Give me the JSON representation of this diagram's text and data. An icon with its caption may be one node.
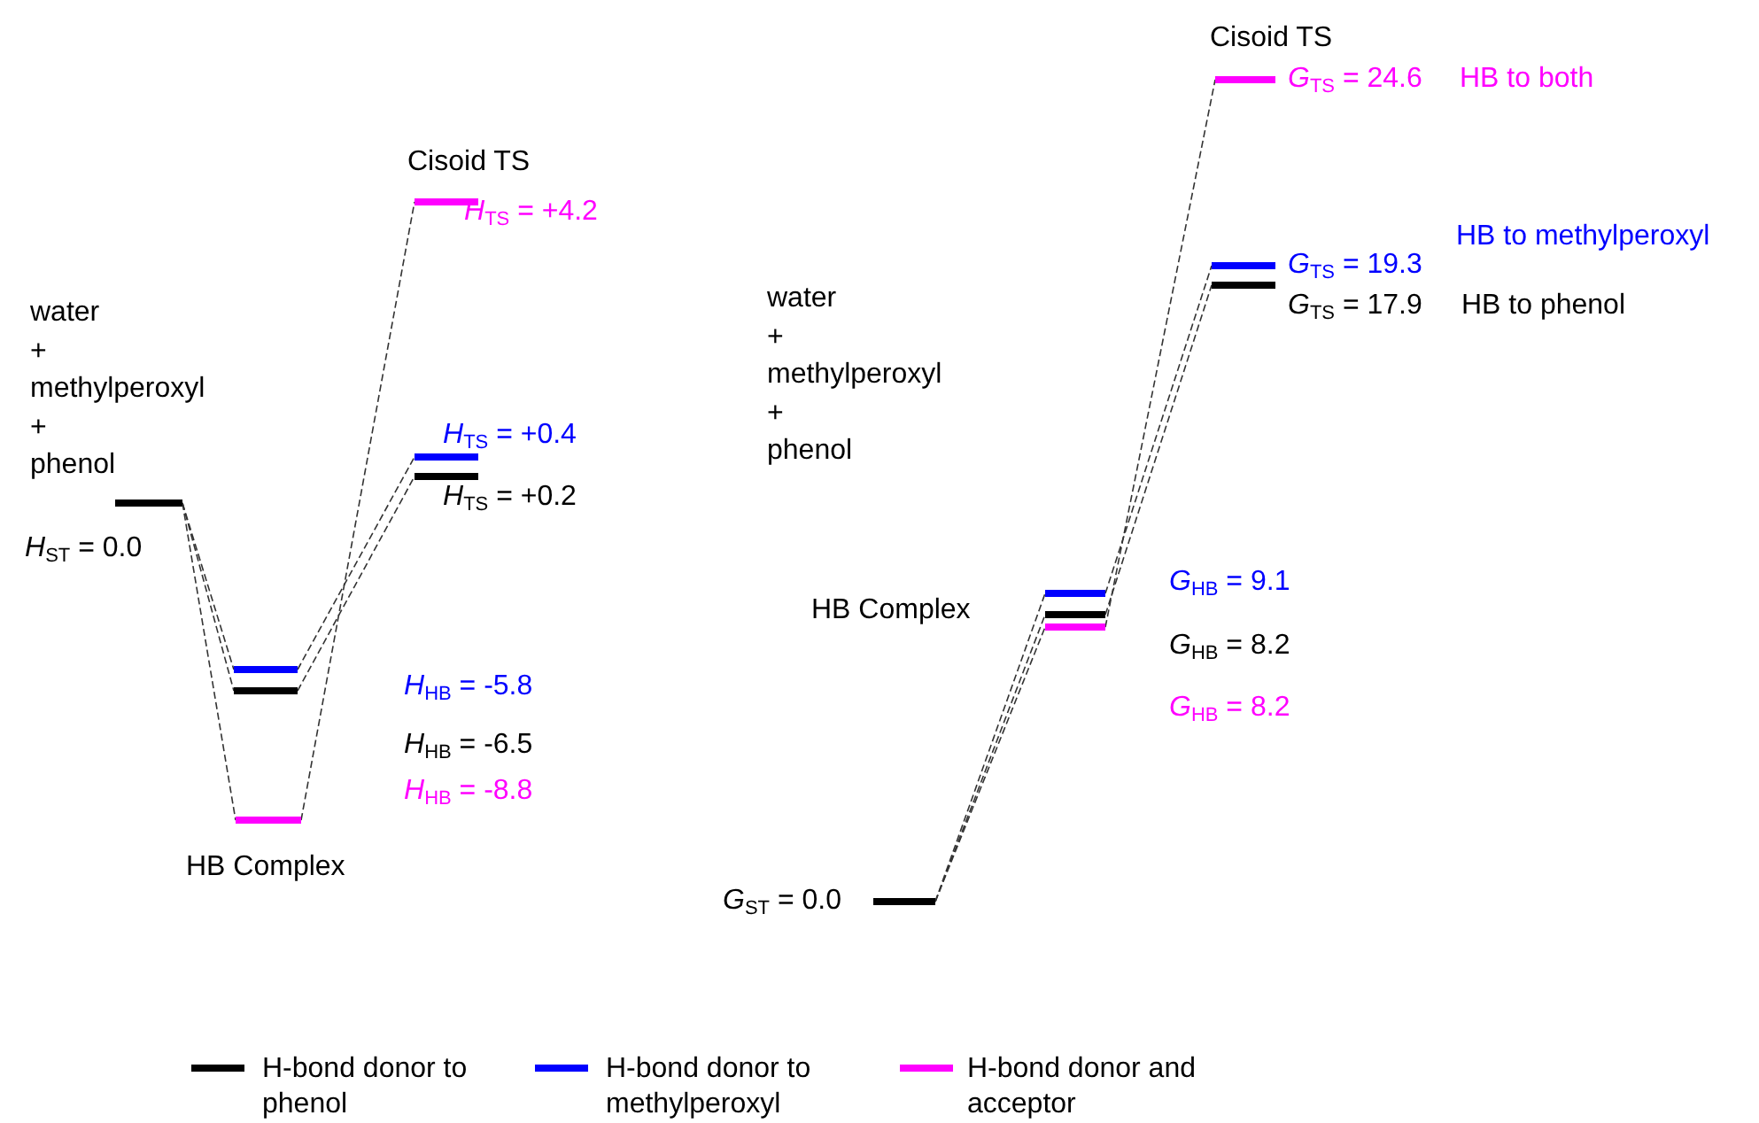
{
  "diagram": {
    "nodes": [
      {
        "text": [],
        "shape": "bar",
        "beside": [
          "*H*$_{ST}$ = 0.0"
        ]
      },
      {
        "text": [],
        "shape": "bar",
        "beside": [
          "*H*$_{TS}$ = +4.2"
        ]
      },
      {
        "text": [],
        "shape": "bar",
        "beside": [
          "*H*$_{TS}$ = +0.4"
        ]
      },
      {
        "text": [],
        "shape": "bar",
        "beside": [
          "*H*$_{TS}$ = +0.2"
        ]
      },
      {
        "text": [],
        "shape": "bar",
        "beside": [
          "*H*$_{HB}$ = -5.8"
        ]
      },
      {
        "text": [],
        "shape": "bar"
      },
      {
        "text": [],
        "shape": "bar",
        "beside": [
          "*H*$_{HB}$ = -8.8"
        ]
      },
      {
        "text": [],
        "shape": "bar",
        "beside": [
          "*G*$_{TS}$ = 24.6",
          "HB to both"
        ]
      },
      {
        "text": [],
        "shape": "bar",
        "beside": [
          "*G*$_{TS}$ = 19.3",
          "HB to methylperoxyl"
        ]
      },
      {
        "text": [],
        "shape": "bar",
        "beside": [
          "*G*$_{TS}$ = 17.9",
          "HB to phenol"
        ]
      },
      {
        "text": [],
        "shape": "bar",
        "beside": [
          "*G*$_{HB}$ = 9.1"
        ]
      },
      {
        "text": [],
        "shape": "bar",
        "beside": [
          "*G*$_{HB}$ = 8.2"
        ]
      },
      {
        "text": [],
        "shape": "bar",
        "beside": [
          "*G*$_{HB}$ = 8.2"
        ]
      },
      {
        "text": [],
        "shape": "bar",
        "beside": [
          "*G*$_{ST}$ = 0.0"
        ]
      }
    ],
    "edges": [
      {
        "from": 0,
        "to": 4,
        "arrow": "none",
        "style": "dashed"
      },
      {
        "from": 0,
        "to": 5,
        "arrow": "none",
        "style": "dashed"
      },
      {
        "from": 0,
        "to": 6,
        "arrow": "none",
        "style": "dashed"
      },
      {
        "from": 4,
        "to": 2,
        "arrow": "none",
        "style": "dashed"
      },
      {
        "from": 5,
        "to": 3,
        "arrow": "none",
        "style": "dashed"
      },
      {
        "from": 6,
        "to": 1,
        "arrow": "none",
        "style": "dashed"
      },
      {
        "from": 13,
        "to": 10,
        "arrow": "none",
        "style": "dashed"
      },
      {
        "from": 13,
        "to": 11,
        "arrow": "none",
        "style": "dashed"
      },
      {
        "from": 13,
        "to": 12,
        "arrow": "none",
        "style": "dashed"
      },
      {
        "from": 10,
        "to": 8,
        "arrow": "none",
        "style": "dashed"
      },
      {
        "from": 11,
        "to": 9,
        "arrow": "none",
        "style": "dashed"
      },
      {
        "from": 12,
        "to": 7,
        "arrow": "none",
        "style": "dashed"
      }
    ],
    "labels": [
      "Cisoid TS",
      "Cisoid TS",
      "water + methylperoxyl + phenol",
      "water + methylperoxyl + phenol",
      "HB Complex",
      "HB Complex",
      "*H*$_{HB}$ = -6.5"
    ],
    "legend": [
      {
        "text": "H-bond donor to phenol",
        "color": "#000000"
      },
      {
        "text": "H-bond donor to methylperoxyl",
        "color": "#0000ff"
      },
      {
        "text": "H-bond donor and acceptor",
        "color": "#ff00ff"
      }
    ]
  }
}
